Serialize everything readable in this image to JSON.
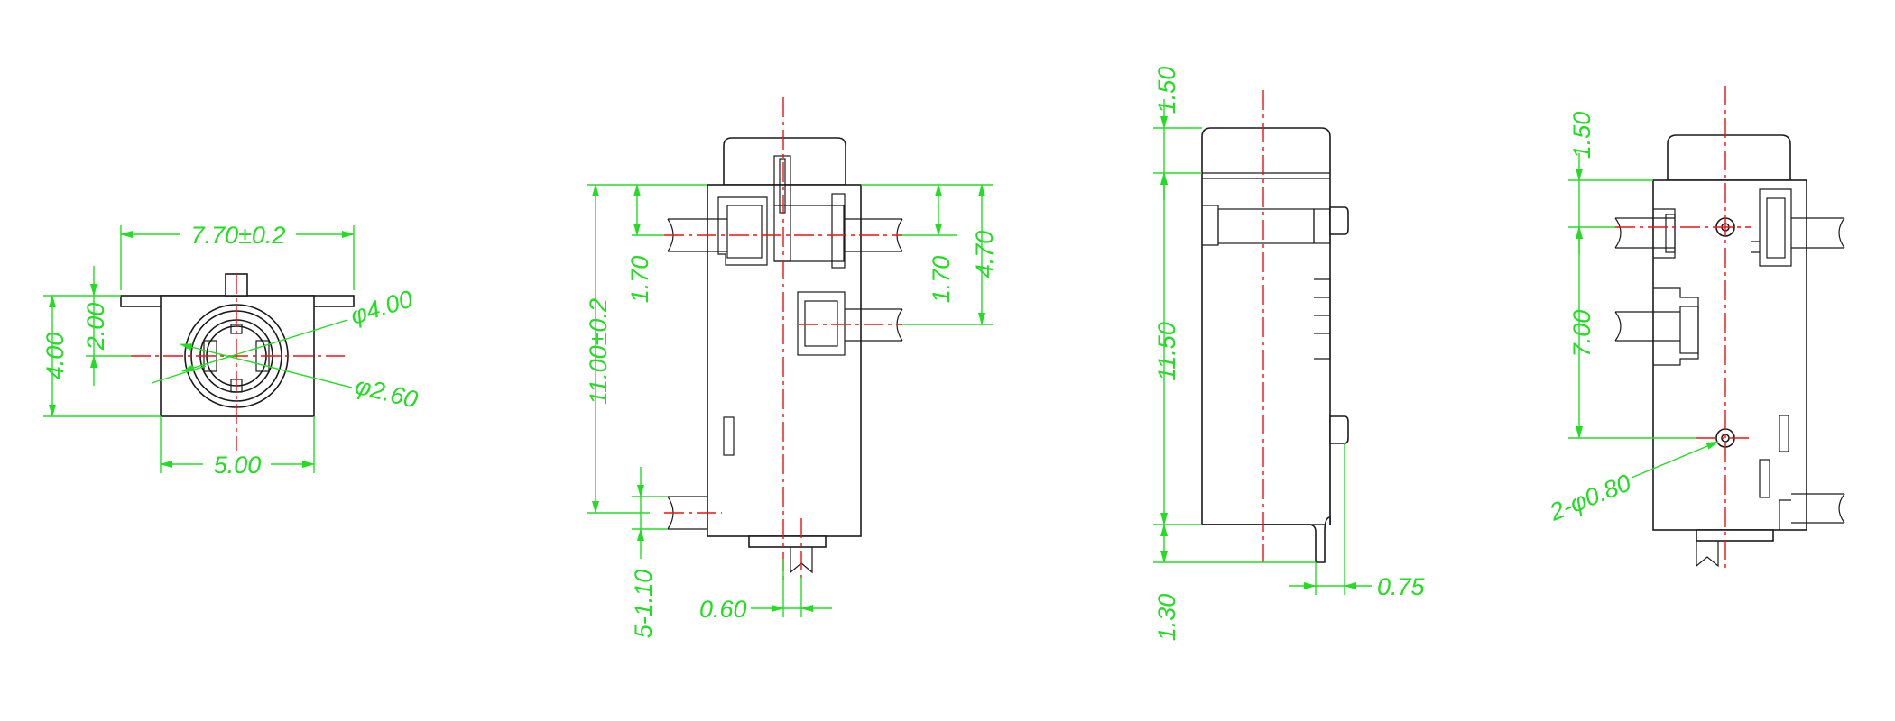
{
  "colors": {
    "outline": "#1a1a1a",
    "center_line": "#ee1111",
    "dimension": "#22dd22",
    "background": "#ffffff"
  },
  "front_view": {
    "width_overall": "7.70±0.2",
    "height_overall": "4.00",
    "center_height": "2.00",
    "outer_diameter": "φ4.00",
    "inner_diameter": "φ2.60",
    "body_width": "5.00"
  },
  "side_view": {
    "overall_height": "11.00±0.2",
    "left_pitch": "1.70",
    "right_pitch_top": "1.70",
    "right_pitch_mid": "4.70",
    "pin_dim": "5-1.10",
    "pin_offset": "0.60"
  },
  "profile_view": {
    "top_cap": "1.50",
    "body_height": "11.50",
    "bottom_tab": "1.30",
    "tab_thickness": "0.75"
  },
  "back_view": {
    "top_cap": "1.50",
    "hole_pitch": "7.00",
    "holes": "2-φ0.80"
  }
}
